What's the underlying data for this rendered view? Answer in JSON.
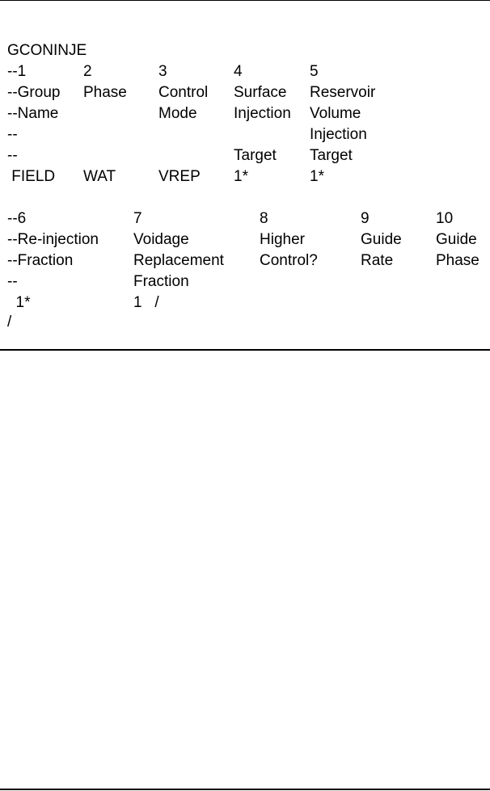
{
  "keyword": "GCONINJE",
  "block1": {
    "rows": [
      [
        "--1",
        "2",
        "3",
        "4",
        "5"
      ],
      [
        "--Group",
        "Phase",
        "Control",
        "Surface",
        "Reservoir"
      ],
      [
        "--Name",
        "",
        "Mode",
        "Injection",
        "Volume"
      ],
      [
        "--",
        "",
        "",
        "",
        "Injection"
      ],
      [
        "--",
        "",
        "",
        "Target",
        "Target"
      ],
      [
        " FIELD",
        "WAT",
        "VREP",
        "1*",
        "1*"
      ]
    ]
  },
  "block2": {
    "rows": [
      [
        "--6",
        "7",
        "8",
        "9",
        "10"
      ],
      [
        "--Re-injection",
        "Voidage",
        "Higher",
        "Guide",
        "Guide"
      ],
      [
        "--Fraction",
        "Replacement",
        "Control?",
        "Rate",
        "Phase"
      ],
      [
        "--",
        "Fraction",
        "",
        "",
        ""
      ],
      [
        "  1*",
        "1   /",
        "",
        "",
        ""
      ]
    ]
  },
  "terminator": "/"
}
